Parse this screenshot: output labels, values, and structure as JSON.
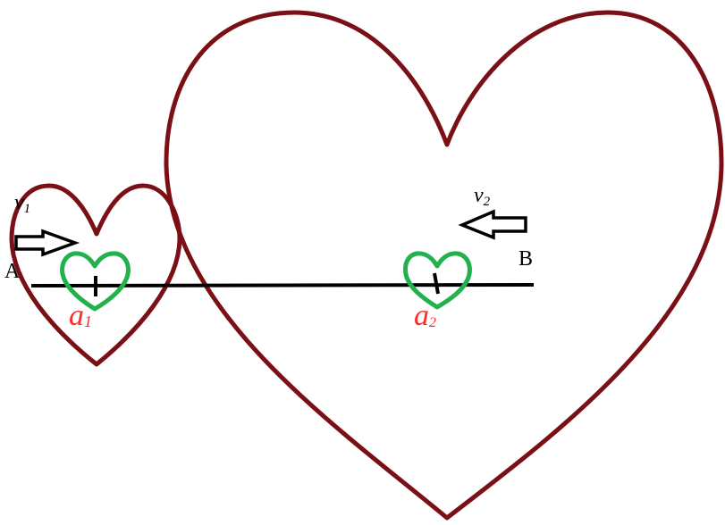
{
  "labels": {
    "point_a": "A",
    "point_b": "B",
    "velocity_1": {
      "base": "v",
      "sub": "1"
    },
    "velocity_2": {
      "base": "v",
      "sub": "2"
    },
    "marker_1": {
      "base": "a",
      "sub": "1"
    },
    "marker_2": {
      "base": "a",
      "sub": "2"
    }
  },
  "colors": {
    "heart_outline": "#7a1015",
    "inner_heart": "#22b14c",
    "line": "#000000",
    "marker_text": "#ff2a2a",
    "background": "#ffffff"
  }
}
